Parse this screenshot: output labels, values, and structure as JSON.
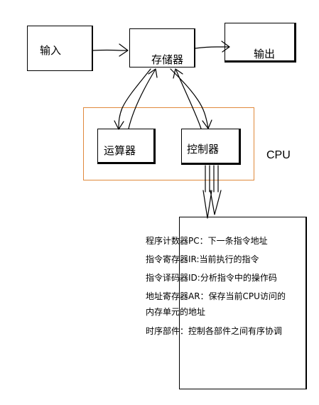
{
  "diagram": {
    "nodes": {
      "input": "输入",
      "memory": "存储器",
      "output": "输出",
      "alu": "运算器",
      "controller": "控制器"
    },
    "cpu_label": "CPU",
    "cpu_frame_color": "#e0893c",
    "info_lines": [
      "程序计数器PC：下一条指令地址",
      "指令寄存器IR:当前执行的指令",
      "指令译码器ID:分析指令中的操作码",
      "地址寄存器AR：保存当前CPU访问的",
      "内存单元的地址",
      "时序部件：控制各部件之间有序协调"
    ]
  }
}
